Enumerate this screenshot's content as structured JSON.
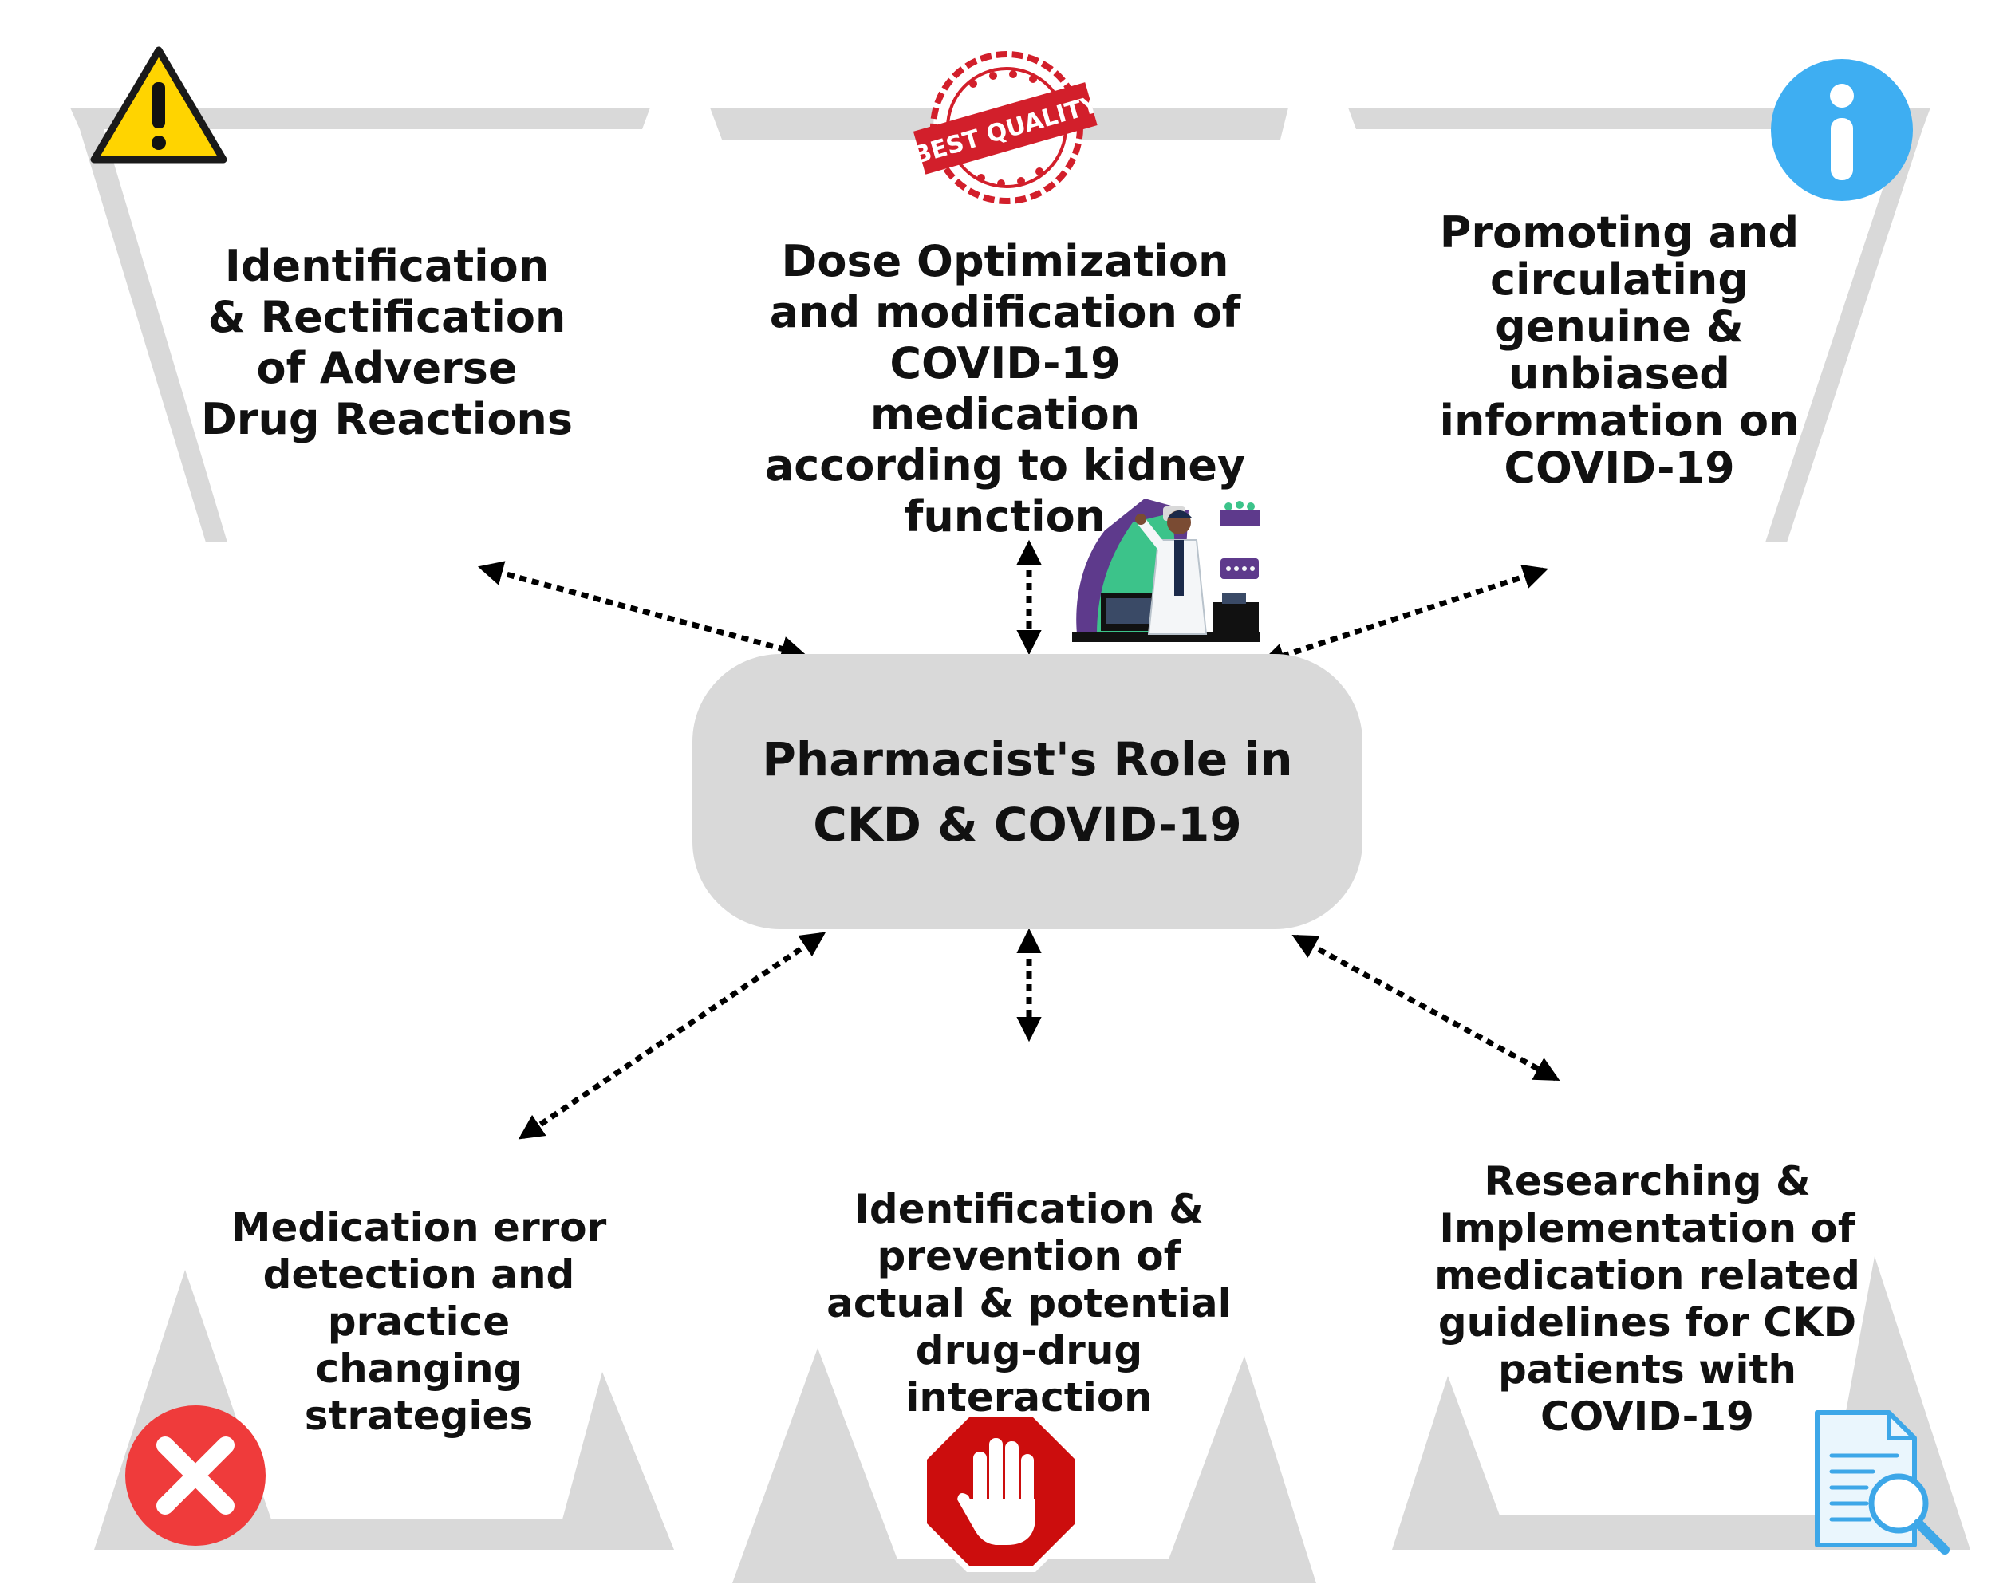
{
  "center": {
    "title": "Pharmacist's Role in CKD & COVID-19"
  },
  "roles": {
    "top_left": "Identification & Rectification of Adverse Drug Reactions",
    "top_center": "Dose Optimization and modification of COVID-19 medication according to kidney function",
    "top_right": "Promoting and circulating genuine & unbiased information on COVID-19",
    "bottom_left": "Medication error detection and practice changing strategies",
    "bottom_center": "Identification & prevention of actual & potential drug-drug interaction",
    "bottom_right": "Researching & Implementation of medication related guidelines for CKD patients with COVID-19"
  },
  "badge": {
    "text": "BEST QUALITY"
  },
  "icons": {
    "top_left": "warning-icon",
    "top_center": "best-quality-stamp-icon",
    "top_right": "info-icon",
    "bottom_left": "error-x-icon",
    "bottom_center": "stop-hand-icon",
    "bottom_right": "document-search-icon",
    "hub": "pharmacist-illustration"
  },
  "colors": {
    "frame": "#d9d9d9",
    "hub": "#d9d9d9",
    "warning": "#ffd400",
    "info": "#3eaef2",
    "error": "#ef3b3b",
    "stop": "#cc0d0d",
    "stamp": "#d21f2b",
    "document": "#3da7e8"
  }
}
